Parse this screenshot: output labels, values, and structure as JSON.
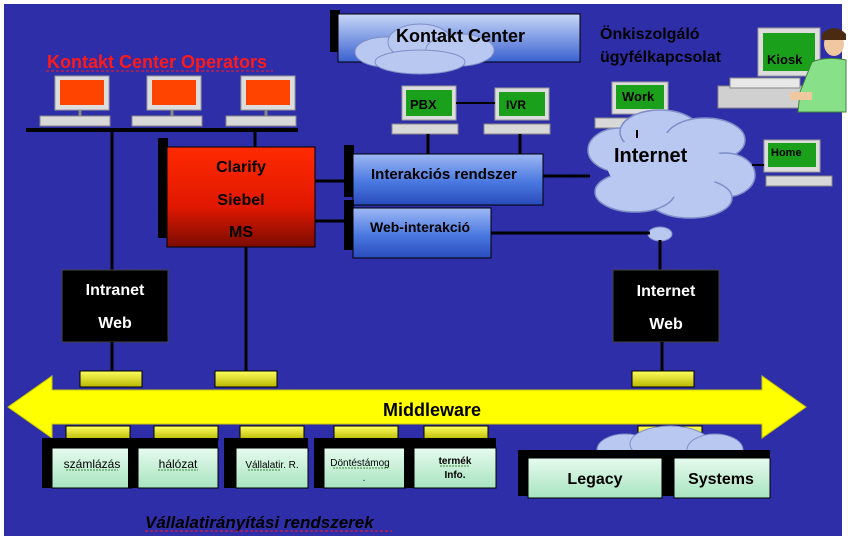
{
  "labels": {
    "contact_center": "Kontakt Center",
    "self_service_line1": "Önkiszolgáló",
    "self_service_line2": "ügyfélkapcsolat",
    "operators_title": "Kontakt Center Operators",
    "pbx": "PBX",
    "ivr": "IVR",
    "work": "Work",
    "home": "Home",
    "kiosk": "Kiosk",
    "internet_cloud": "Internet",
    "crm_line1": "Clarify",
    "crm_line2": "Siebel",
    "crm_line3": "MS",
    "interaction_system": "Interakciós rendszer",
    "web_interaction": "Web-interakció",
    "intranet_line1": "Intranet",
    "intranet_line2": "Web",
    "internet_web_line1": "Internet",
    "internet_web_line2": "Web",
    "middleware": "Middleware",
    "billing": "számlázás",
    "network": "hálózat",
    "enterprise_r": "Vállalatir. R.",
    "decision_support": "Döntéstámog",
    "decision_support_dot": ".",
    "product_info_line1": "termék",
    "product_info_line2": "Info.",
    "legacy": "Legacy",
    "systems": "Systems",
    "enterprise_systems": "Vállalatirányítási rendszerek"
  },
  "colors": {
    "background": "#2e2ea8",
    "middleware_arrow": "#ffff00",
    "connector": "#e0e000",
    "crm_box": "#ff2200",
    "system_box": "#c8f0d8",
    "screen_red": "#ff4400",
    "screen_green": "#1aa01a",
    "cloud": "#b8c8f0"
  }
}
